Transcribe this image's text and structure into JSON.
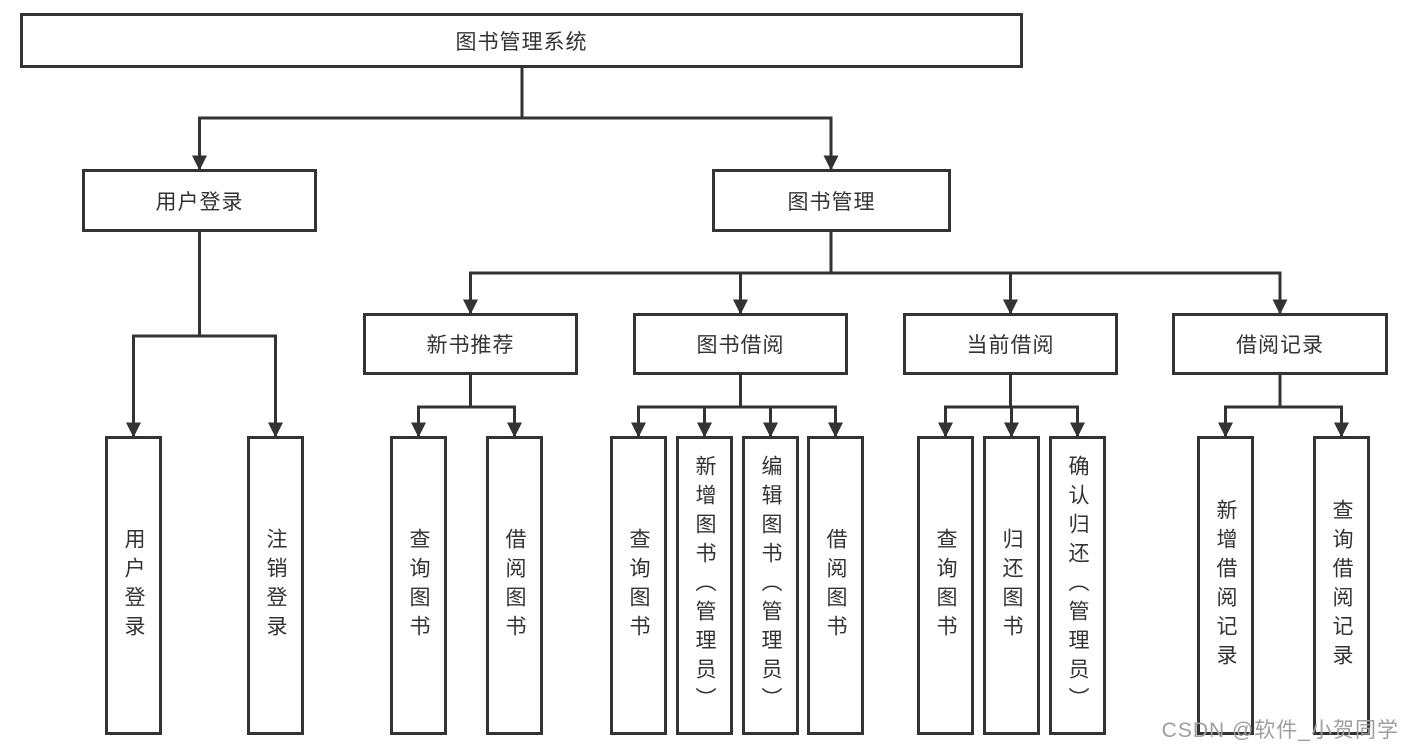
{
  "colors": {
    "line": "#333333",
    "text": "#333333",
    "background": "#ffffff",
    "watermark": "#9e9e9e"
  },
  "nodes": {
    "root": {
      "label": "图书管理系统"
    },
    "level2": [
      {
        "label": "用户登录"
      },
      {
        "label": "图书管理"
      }
    ],
    "level3": [
      {
        "label": "新书推荐",
        "parent": "图书管理"
      },
      {
        "label": "图书借阅",
        "parent": "图书管理"
      },
      {
        "label": "当前借阅",
        "parent": "图书管理"
      },
      {
        "label": "借阅记录",
        "parent": "图书管理"
      }
    ],
    "leaves": [
      {
        "label": "用户登录",
        "parent": "用户登录"
      },
      {
        "label": "注销登录",
        "parent": "用户登录"
      },
      {
        "label": "查询图书",
        "parent": "新书推荐"
      },
      {
        "label": "借阅图书",
        "parent": "新书推荐"
      },
      {
        "label": "查询图书",
        "parent": "图书借阅"
      },
      {
        "label": "新增图书（管理员）",
        "parent": "图书借阅"
      },
      {
        "label": "编辑图书（管理员）",
        "parent": "图书借阅"
      },
      {
        "label": "借阅图书",
        "parent": "图书借阅"
      },
      {
        "label": "查询图书",
        "parent": "当前借阅"
      },
      {
        "label": "归还图书",
        "parent": "当前借阅"
      },
      {
        "label": "确认归还（管理员）",
        "parent": "当前借阅"
      },
      {
        "label": "新增借阅记录",
        "parent": "借阅记录"
      },
      {
        "label": "查询借阅记录",
        "parent": "借阅记录"
      }
    ]
  },
  "watermark": {
    "text": "CSDN @软件_小贺同学"
  }
}
